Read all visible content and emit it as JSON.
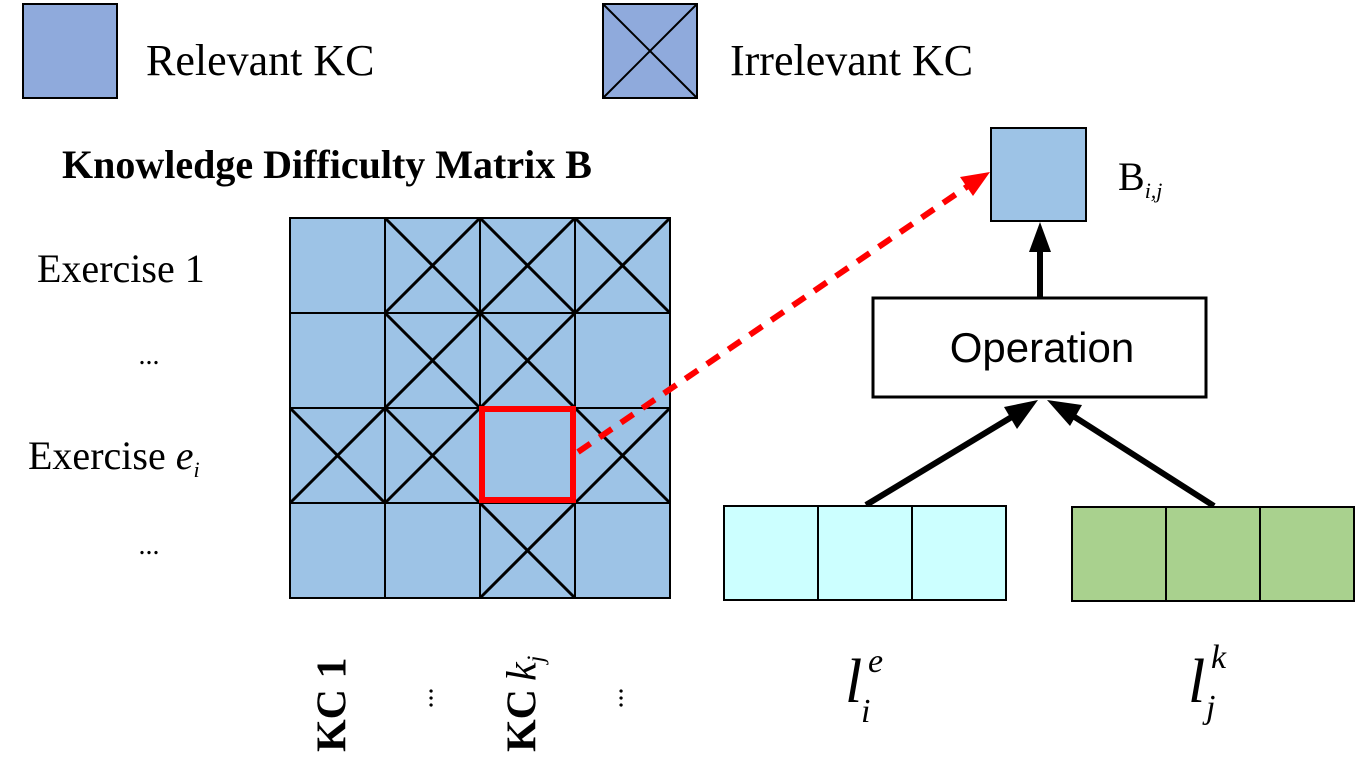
{
  "legend": {
    "relevant_label": "Relevant KC",
    "irrelevant_label": "Irrelevant KC"
  },
  "matrix": {
    "title": "Knowledge Difficulty Matrix B",
    "rows": [
      {
        "label": "Exercise 1",
        "cells": [
          false,
          true,
          true,
          true
        ]
      },
      {
        "label": "...",
        "cells": [
          false,
          true,
          true,
          false
        ]
      },
      {
        "label": "Exercise",
        "label_var": "e",
        "label_sub": "i",
        "cells": [
          true,
          true,
          false,
          true
        ]
      },
      {
        "label": "...",
        "cells": [
          false,
          false,
          true,
          false
        ]
      }
    ],
    "columns": [
      {
        "label": "KC 1"
      },
      {
        "label": "..."
      },
      {
        "label": "KC",
        "label_var": "k",
        "label_sub": "j"
      },
      {
        "label": "..."
      }
    ],
    "highlight": {
      "row": 2,
      "col": 2
    }
  },
  "output": {
    "label": "B",
    "label_sub": "i,j"
  },
  "operation": {
    "label": "Operation"
  },
  "vectors": {
    "exercise": {
      "base": "l",
      "sup": "e",
      "sub": "i",
      "cells": 3
    },
    "kc": {
      "base": "l",
      "sup": "k",
      "sub": "j",
      "cells": 3
    }
  },
  "colors": {
    "cell_fill": "#9dc3e6",
    "legend_fill": "#8faadc",
    "highlight": "#ff0000",
    "arrow_dotted": "#ff0000",
    "exercise_vector": "#ccffff",
    "kc_vector": "#a9d18e",
    "stroke": "#000000"
  }
}
